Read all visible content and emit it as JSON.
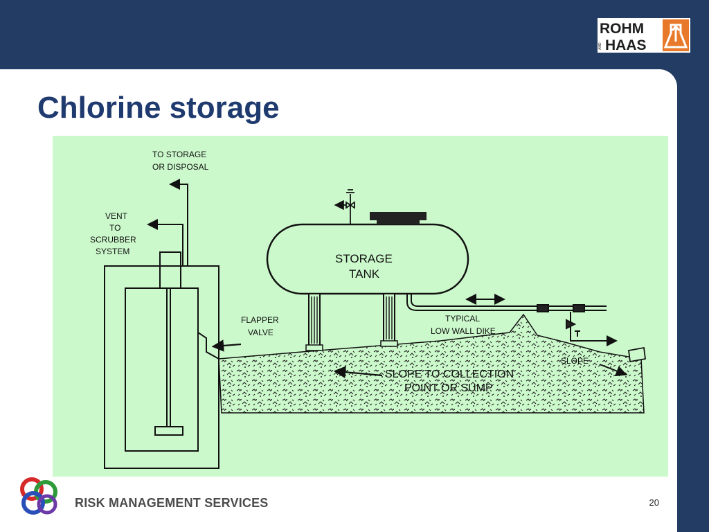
{
  "header": {
    "logo_line1": "ROHM",
    "logo_small": "AND",
    "logo_line2": "HAAS",
    "brand_colors": {
      "navy": "#233c63",
      "title_blue": "#1f3a6e",
      "logo_orange": "#e8782a"
    }
  },
  "slide": {
    "title": "Chlorine storage",
    "page_number": "20"
  },
  "diagram": {
    "background": "#ccf9cc",
    "labels": {
      "to_storage_1": "TO STORAGE",
      "to_storage_2": "OR DISPOSAL",
      "vent_1": "VENT",
      "vent_2": "TO",
      "vent_3": "SCRUBBER",
      "vent_4": "SYSTEM",
      "tank_1": "STORAGE",
      "tank_2": "TANK",
      "flapper_1": "FLAPPER",
      "flapper_2": "VALVE",
      "dike_1": "TYPICAL",
      "dike_2": "LOW WALL DIKE",
      "slope": "SLOPE",
      "collection_1": "SLOPE TO COLLECTION",
      "collection_2": "POINT OR SUMP"
    }
  },
  "footer": {
    "brand": "RISK MANAGEMENT SERVICES",
    "logo_icon": "interlocking-rings-icon"
  }
}
